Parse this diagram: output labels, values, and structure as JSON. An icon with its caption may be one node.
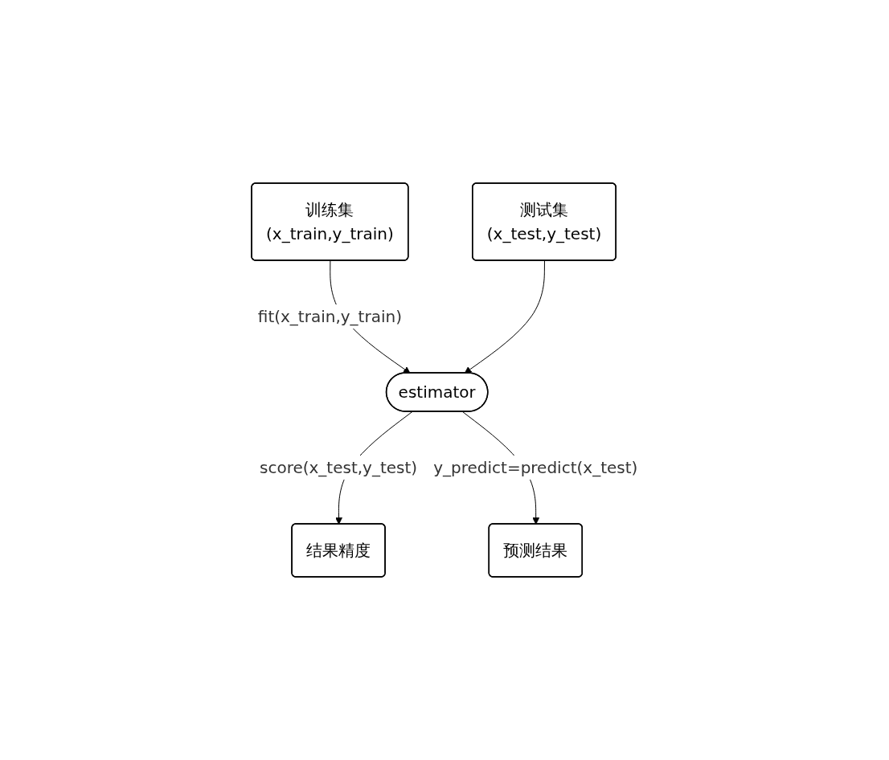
{
  "diagram": {
    "nodes": [
      {
        "text": [
          "训练集",
          "(x_train,y_train)"
        ]
      },
      {
        "text": [
          "estimator"
        ]
      },
      {
        "text": [
          "结果精度"
        ]
      },
      {
        "text": [
          "预测结果"
        ]
      },
      {
        "text": [
          "测试集",
          "(x_test,y_test)"
        ]
      }
    ],
    "edges": [
      {
        "from": 0,
        "to": 1,
        "arrow": "to",
        "label": "fit(x_train,y_train)"
      },
      {
        "from": 1,
        "to": 2,
        "arrow": "to",
        "label": "score(x_test,y_test)"
      },
      {
        "from": 1,
        "to": 3,
        "arrow": "to",
        "label": "y_predict=predict(x_test)"
      },
      {
        "from": 4,
        "to": 1,
        "arrow": "to"
      }
    ]
  }
}
